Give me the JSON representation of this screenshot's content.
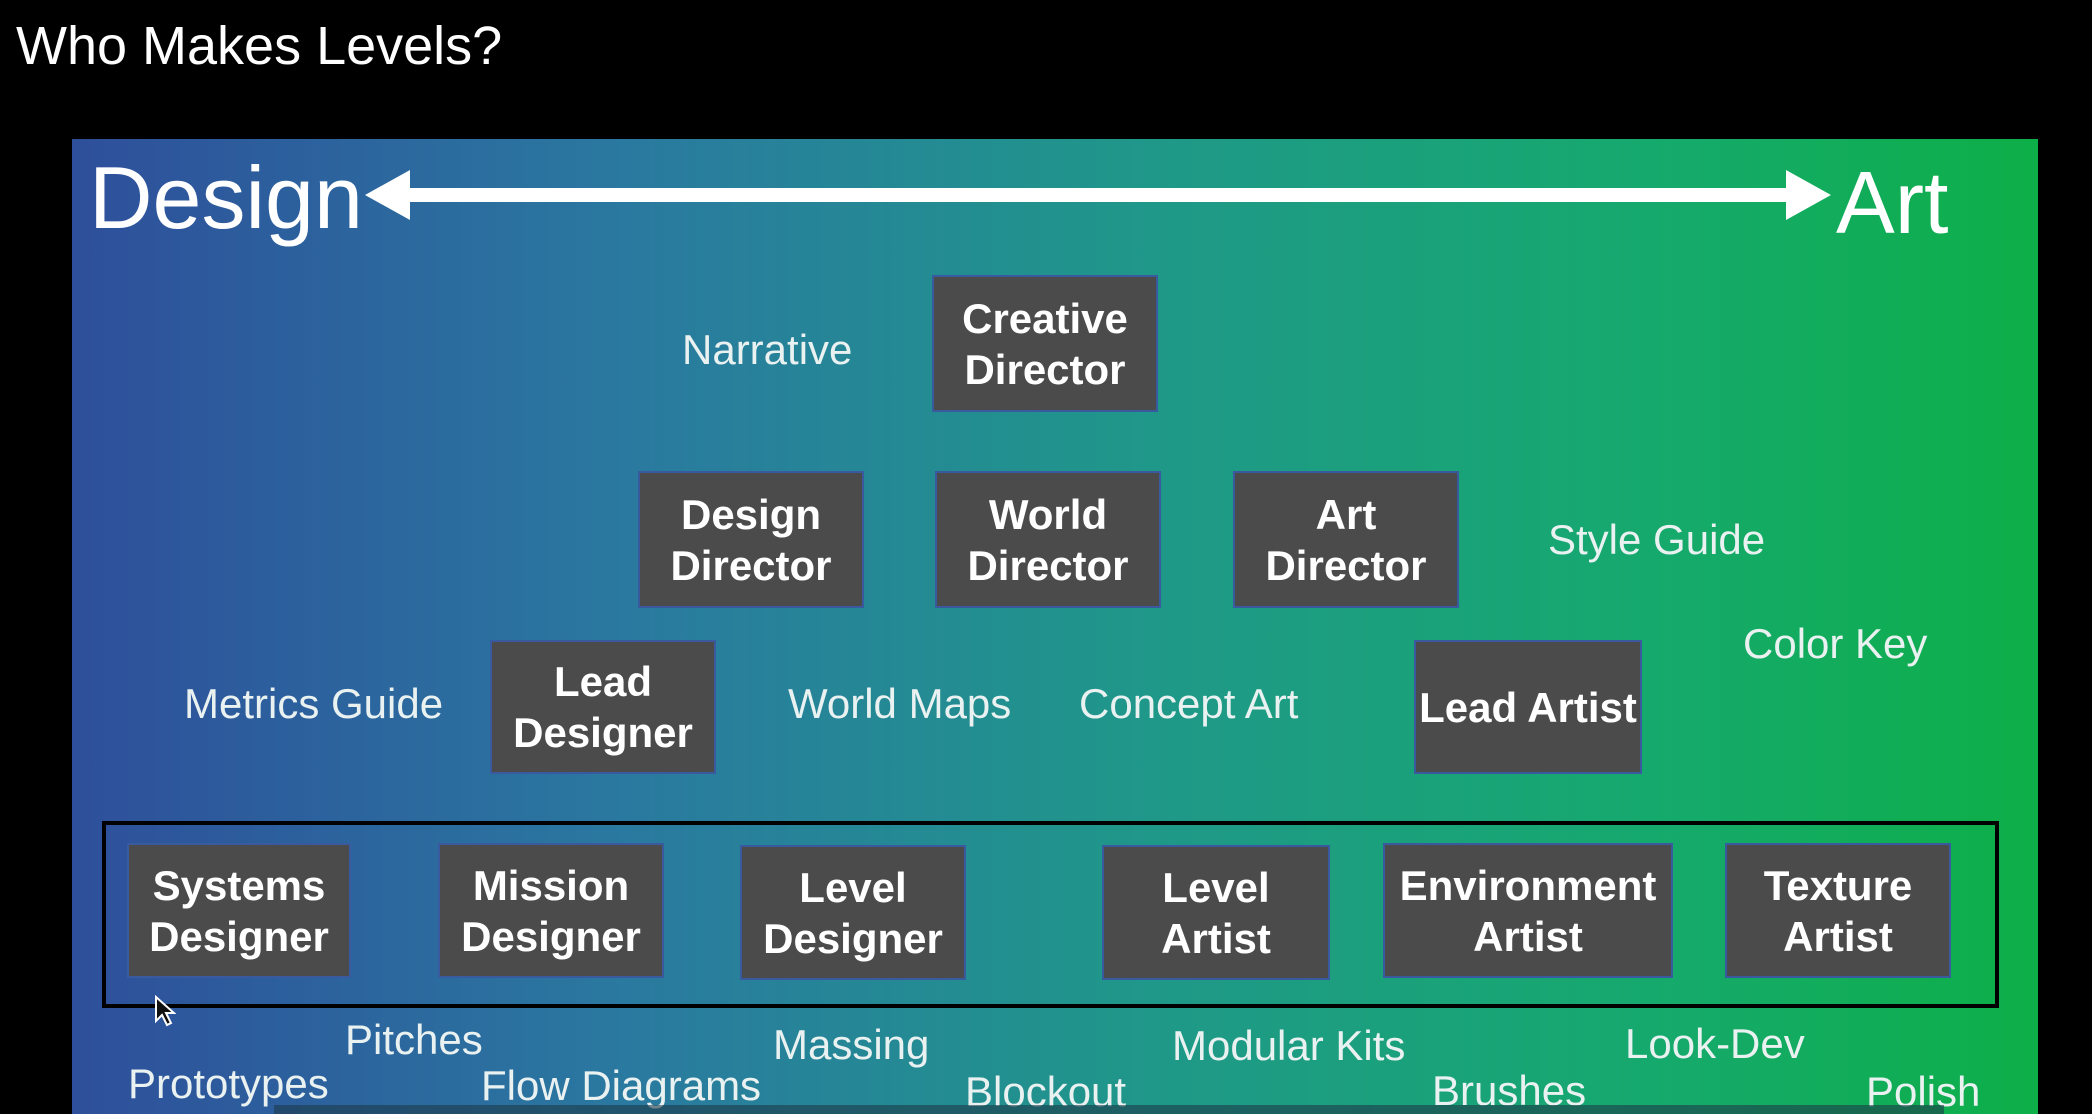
{
  "page": {
    "title": "Who Makes Levels?"
  },
  "diagram": {
    "left_label": "Design",
    "right_label": "Art",
    "roles": {
      "creative_director": "Creative Director",
      "design_director": "Design Director",
      "world_director": "World Director",
      "art_director": "Art Director",
      "lead_designer": "Lead Designer",
      "lead_artist": "Lead Artist",
      "systems_designer": "Systems Designer",
      "mission_designer": "Mission Designer",
      "level_designer": "Level Designer",
      "level_artist": "Level Artist",
      "environment_artist": "Environment Artist",
      "texture_artist": "Texture Artist"
    },
    "artifacts": {
      "narrative": "Narrative",
      "style_guide": "Style Guide",
      "color_key": "Color Key",
      "metrics_guide": "Metrics Guide",
      "world_maps": "World Maps",
      "concept_art": "Concept Art",
      "pitches": "Pitches",
      "prototypes": "Prototypes",
      "flow_diagrams": "Flow Diagrams",
      "massing": "Massing",
      "blockout": "Blockout",
      "modular_kits": "Modular Kits",
      "brushes": "Brushes",
      "look_dev": "Look-Dev",
      "polish": "Polish"
    }
  }
}
